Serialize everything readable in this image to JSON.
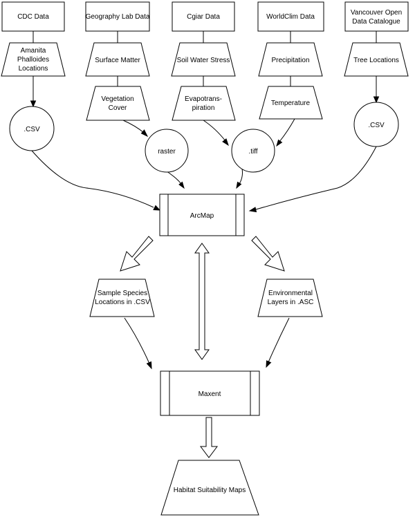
{
  "sources": {
    "cdc": "CDC Data",
    "geo": "Geography Lab Data",
    "cgiar": "Cgiar Data",
    "worldclim": "WorldClim Data",
    "vancouver": [
      "Vancouver Open",
      "Data Catalogue"
    ]
  },
  "layers": {
    "amanita": [
      "Amanita",
      "Phalloides",
      "Locations"
    ],
    "surface": "Surface Matter",
    "soil": "Soil Water Stress",
    "precip": "Precipitation",
    "trees": "Tree Locations",
    "vegetation": [
      "Vegetation",
      "Cover"
    ],
    "evapo": [
      "Evapotrans-",
      "piration"
    ],
    "temperature": "Temperature"
  },
  "formats": {
    "csv_left": ".CSV",
    "raster": "raster",
    "tiff": ".tiff",
    "csv_right": ".CSV"
  },
  "processes": {
    "arcmap": "ArcMap",
    "maxent": "Maxent"
  },
  "outputs": {
    "sample": [
      "Sample Species",
      "Locations in .CSV"
    ],
    "env": [
      "Environmental",
      "Layers in .ASC"
    ],
    "habitat": "Habitat Suitability Maps"
  }
}
